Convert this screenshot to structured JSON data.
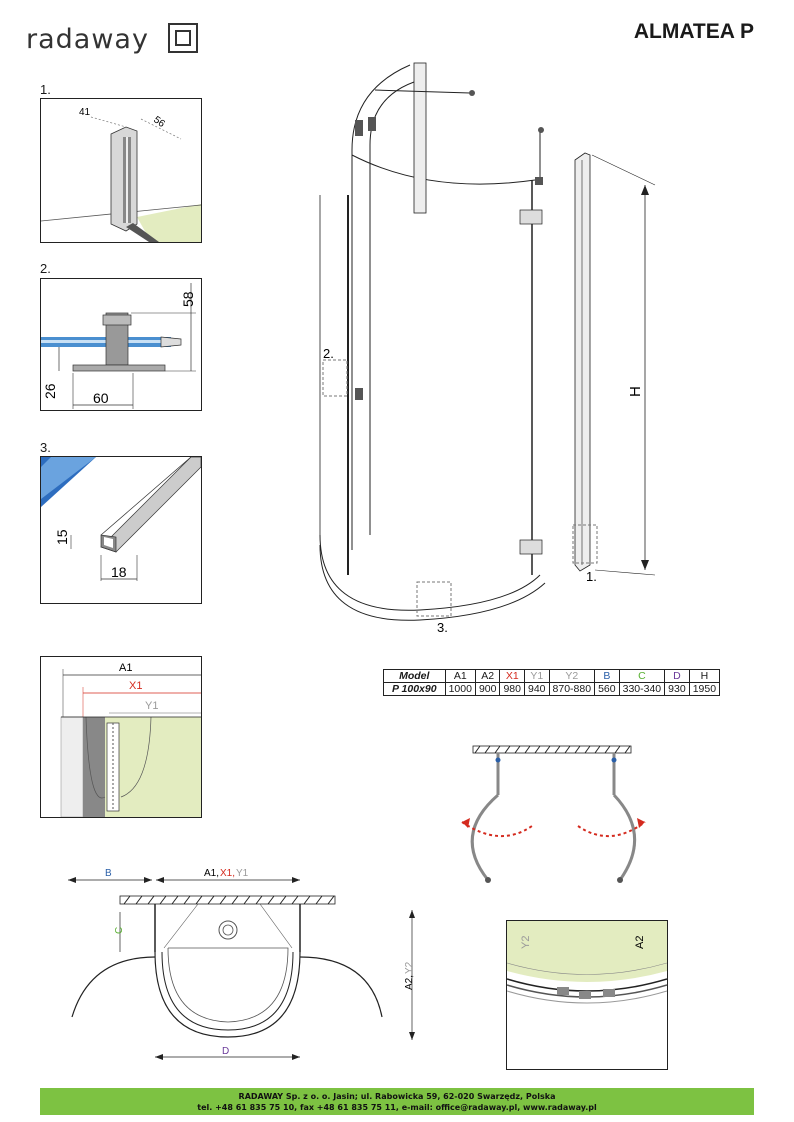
{
  "brand": {
    "name": "radaway"
  },
  "title": "ALMATEA P",
  "steps": {
    "s1": "1.",
    "s2": "2.",
    "s3": "3."
  },
  "detail1": {
    "dim_a": "41",
    "dim_b": "56"
  },
  "detail2": {
    "dim_height": "58",
    "dim_base": "26",
    "dim_width": "60"
  },
  "detail3": {
    "dim_height": "15",
    "dim_width": "18"
  },
  "main": {
    "callout_1": "1.",
    "callout_2": "2.",
    "callout_3": "3.",
    "height_label": "H"
  },
  "section_labels": {
    "a1": "A1",
    "x1": "X1",
    "y1": "Y1"
  },
  "plan": {
    "b": "B",
    "c": "C",
    "d": "D",
    "a1": "A1,",
    "x1": "X1,",
    "y1": "Y1",
    "a2": "A2,",
    "y2": "Y2"
  },
  "zoom": {
    "y2": "Y2",
    "a2": "A2"
  },
  "colors": {
    "blue": "#2a5fa8",
    "red": "#d42a1e",
    "green": "#58b031",
    "purple": "#6a3a9a",
    "grey": "#9a9a9a",
    "footer_green": "#7dc242"
  },
  "spec_table": {
    "headers": [
      "Model",
      "A1",
      "A2",
      "X1",
      "Y1",
      "Y2",
      "B",
      "C",
      "D",
      "H"
    ],
    "rows": [
      [
        "P 100x90",
        "1000",
        "900",
        "980",
        "940",
        "870-880",
        "560",
        "330-340",
        "930",
        "1950"
      ]
    ]
  },
  "footer": {
    "line1": "RADAWAY Sp. z o. o. Jasin; ul. Rabowicka 59, 62-020 Swarzędz, Polska",
    "line2": "tel. +48 61 835 75 10, fax +48 61 835 75 11, e-mail: office@radaway.pl, www.radaway.pl"
  }
}
